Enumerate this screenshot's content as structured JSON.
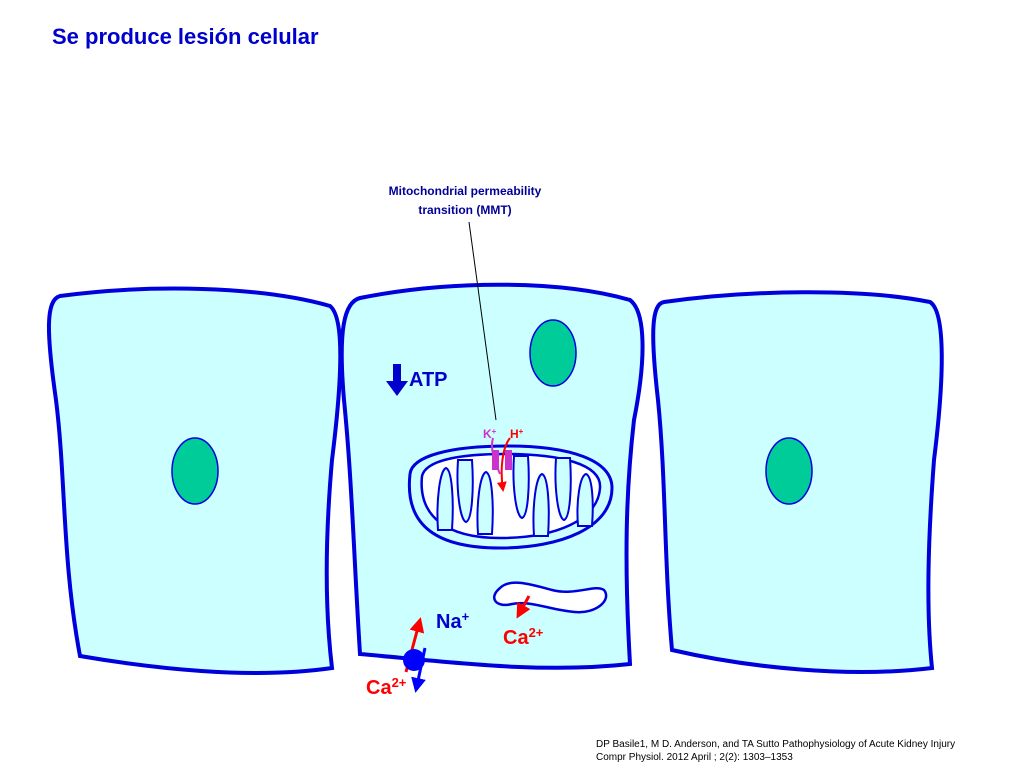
{
  "title": "Se produce lesión celular",
  "labels": {
    "mmt_line1": "Mitochondrial permeability",
    "mmt_line2": "transition (MMT)",
    "atp": "ATP",
    "k": "K",
    "k_sup": "+",
    "h": "H",
    "h_sup": "+",
    "na": "Na",
    "na_sup": "+",
    "ca_er": "Ca",
    "ca_er_sup": "2+",
    "ca_out": "Ca",
    "ca_out_sup": "2+"
  },
  "citation": {
    "line1": "DP Basile1, M D. Anderson, and TA Sutto Pathophysiology of Acute Kidney Injury",
    "line2": "Compr Physiol. 2012 April ; 2(2): 1303–1353"
  },
  "colors": {
    "cell_fill": "#ccffff",
    "cell_stroke": "#0000dd",
    "nucleus_fill": "#00cc99",
    "title_color": "#0000cc",
    "mmt_label_color": "#000099",
    "channel_color": "#cc33cc",
    "arrow_red": "#ff0000",
    "exchanger_blue": "#0000ff"
  }
}
